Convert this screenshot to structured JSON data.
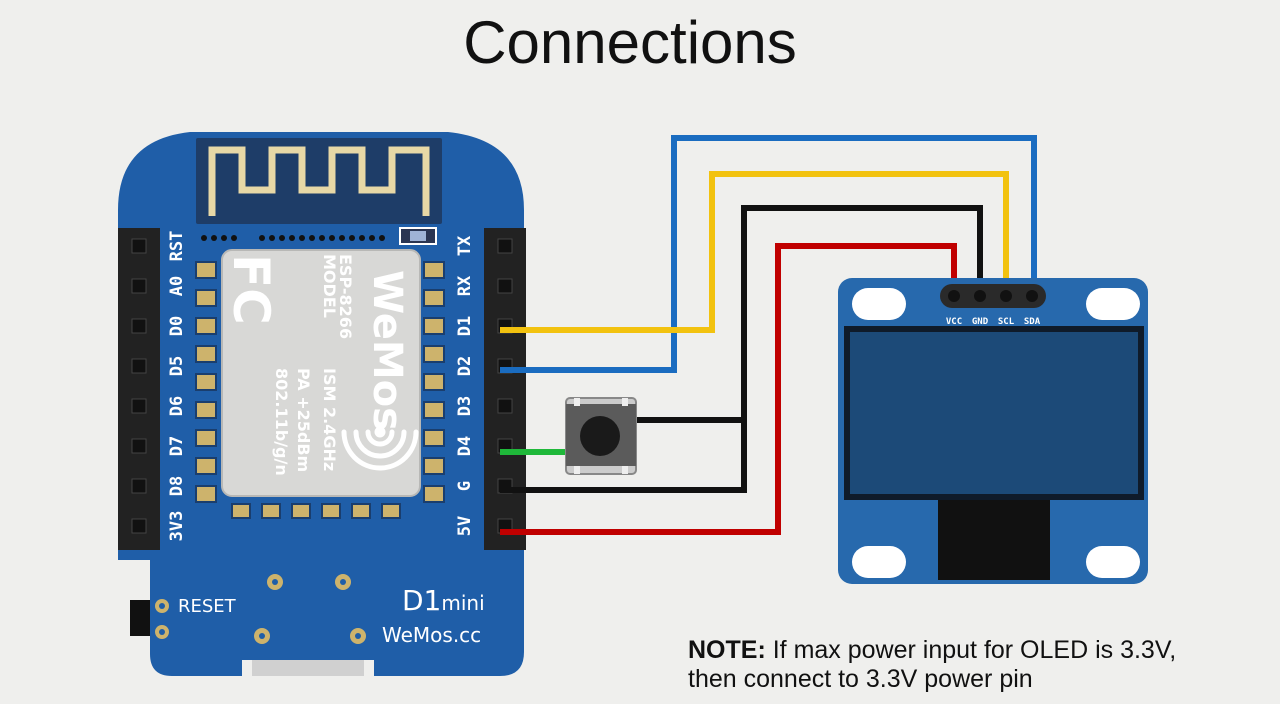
{
  "title": "Connections",
  "board": {
    "left_pins": [
      "RST",
      "A0",
      "D0",
      "D5",
      "D6",
      "D7",
      "D8",
      "3V3"
    ],
    "right_pins": [
      "TX",
      "RX",
      "D1",
      "D2",
      "D3",
      "D4",
      "G",
      "5V"
    ],
    "chip": {
      "model_label": "MODEL",
      "model": "ESP-8266",
      "freq": "ISM 2.4GHz",
      "power": "PA +25dBm",
      "standard": "802.11b/g/n",
      "fcc": "FC",
      "brand": "WeMos"
    },
    "reset_label": "RESET",
    "name_prefix": "D1",
    "name_suffix": "mini",
    "site": "WeMos.cc",
    "color": "#1f5ea8"
  },
  "oled": {
    "pins": [
      "VCC",
      "GND",
      "SCL",
      "SDA"
    ],
    "color": "#2769ad",
    "screen_color": "#1c4a78"
  },
  "wires": {
    "sda": "#1a6cc0",
    "scl": "#f2c20f",
    "gnd": "#111111",
    "vcc": "#c00000",
    "button": "#1fb83a"
  },
  "note": {
    "label": "NOTE:",
    "line1": "If max power input for OLED is 3.3V,",
    "line2": "then connect to 3.3V power pin"
  }
}
